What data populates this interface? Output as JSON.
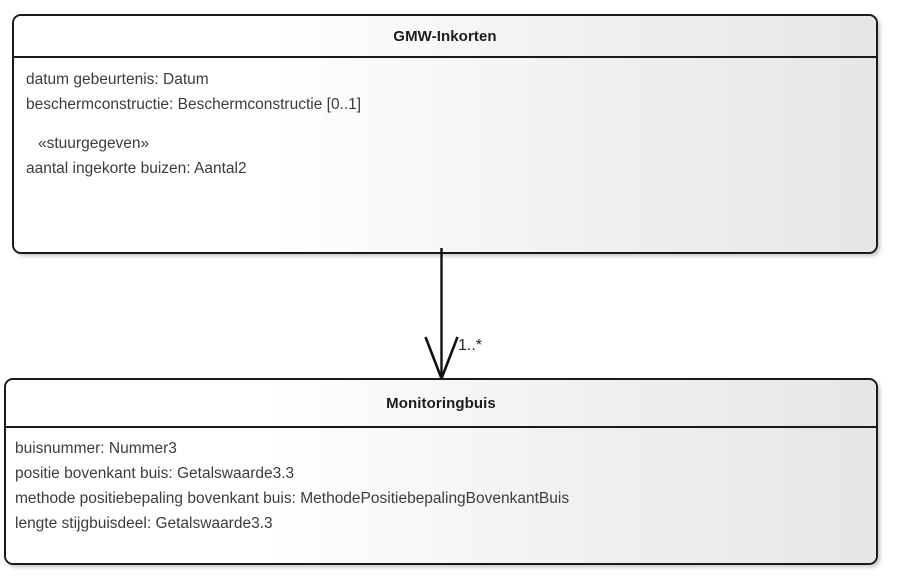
{
  "diagram": {
    "type": "uml-class-diagram",
    "title": "GMW-Inkorten / Monitoringbuis"
  },
  "classes": [
    {
      "id": "gmw-inkorten",
      "name": "GMW-Inkorten",
      "attributes": [
        {
          "text": "datum gebeurtenis: Datum",
          "kind": "attribute"
        },
        {
          "text": "beschermconstructie: Beschermconstructie [0..1]",
          "kind": "attribute"
        },
        {
          "text": "«stuurgegeven»",
          "kind": "stereotype"
        },
        {
          "text": "aantal ingekorte buizen: Aantal2",
          "kind": "attribute"
        }
      ]
    },
    {
      "id": "monitoringbuis",
      "name": "Monitoringbuis",
      "attributes": [
        {
          "text": "buisnummer: Nummer3",
          "kind": "attribute"
        },
        {
          "text": "positie bovenkant buis: Getalswaarde3.3",
          "kind": "attribute"
        },
        {
          "text": "methode positiebepaling bovenkant buis: MethodePositiebepalingBovenkantBuis",
          "kind": "attribute"
        },
        {
          "text": "lengte stijgbuisdeel: Getalswaarde3.3",
          "kind": "attribute"
        }
      ]
    }
  ],
  "connector": {
    "source": "GMW-Inkorten",
    "target": "Monitoringbuis",
    "multiplicity": "1..*",
    "arrow": "open-arrowhead",
    "line_color": "#111111"
  },
  "colors": {
    "border": "#1a1a1a",
    "text": "#3c3c40",
    "header_text": "#1c1c1c",
    "fill_left": "#ffffff",
    "fill_right": "#e6e6e6",
    "multiplicity_text": "#25252a",
    "background": "#ffffff"
  }
}
